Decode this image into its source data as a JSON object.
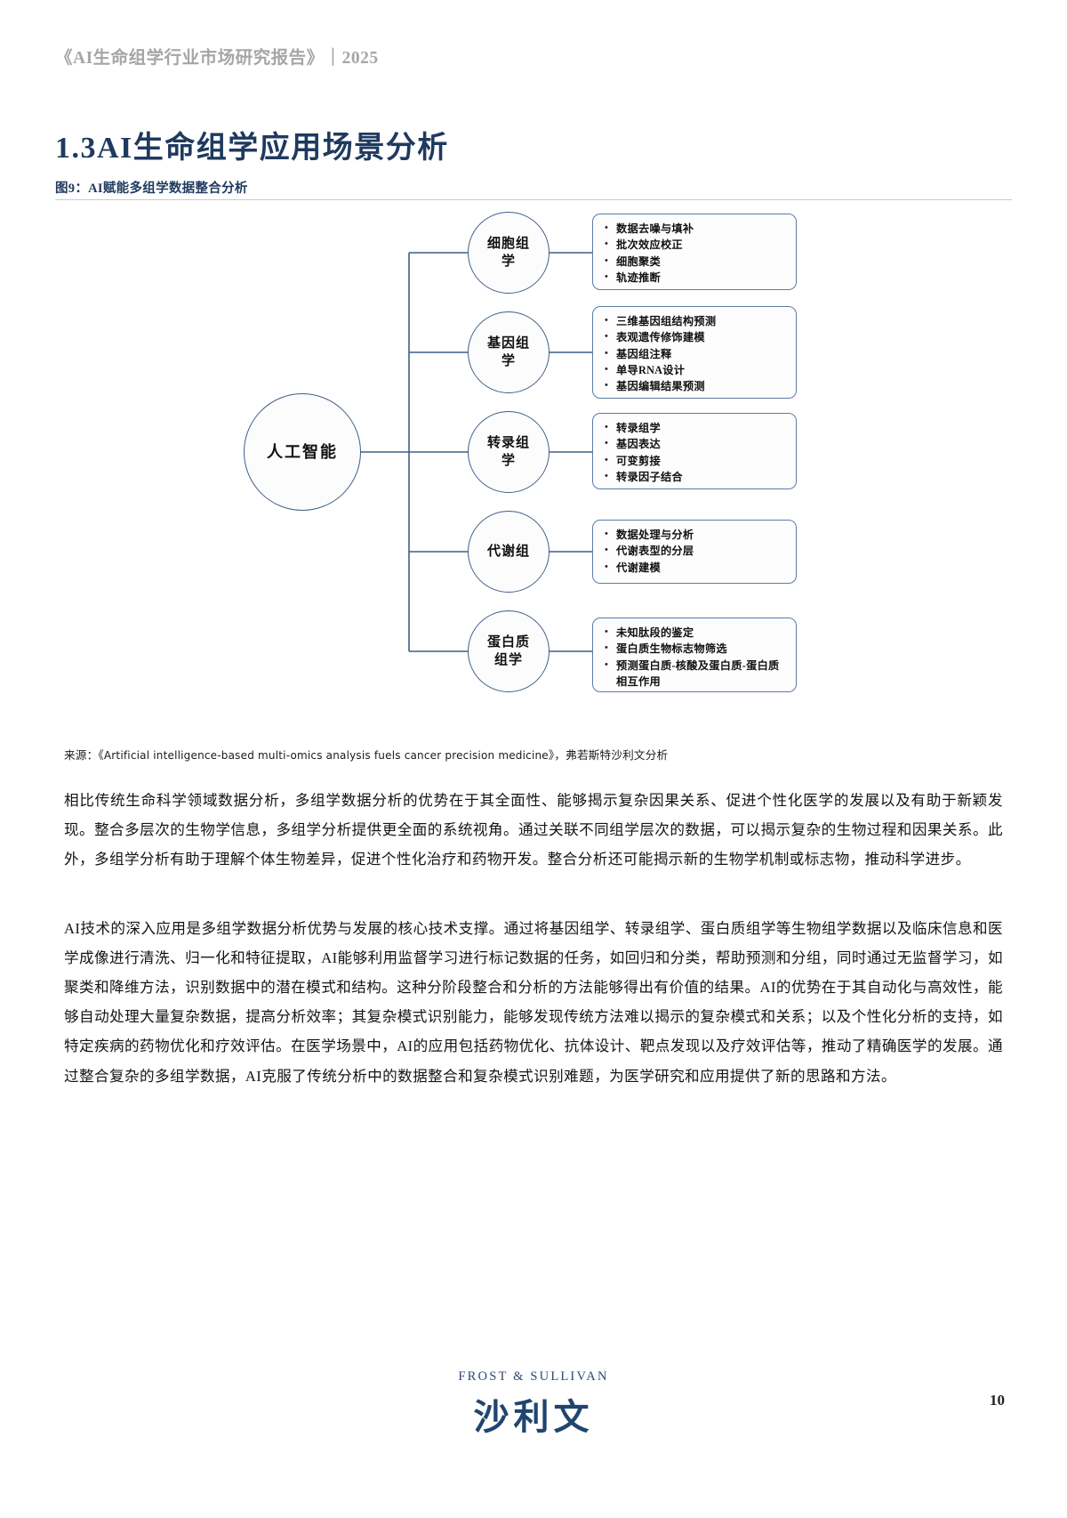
{
  "header": {
    "running_title": "《AI生命组学行业市场研究报告》｜2025"
  },
  "section": {
    "title": "1.3AI生命组学应用场景分析",
    "figure_caption": "图9：AI赋能多组学数据整合分析"
  },
  "diagram": {
    "root_label": "人工智能",
    "branches": [
      {
        "label": "细胞组\n学",
        "items": [
          "数据去噪与填补",
          "批次效应校正",
          "细胞聚类",
          "轨迹推断"
        ]
      },
      {
        "label": "基因组\n学",
        "items": [
          "三维基因组结构预测",
          "表观遗传修饰建模",
          "基因组注释",
          "单导RNA设计",
          "基因编辑结果预测"
        ]
      },
      {
        "label": "转录组\n学",
        "items": [
          "转录组学",
          "基因表达",
          "可变剪接",
          "转录因子结合"
        ]
      },
      {
        "label": "代谢组",
        "items": [
          "数据处理与分析",
          "代谢表型的分层",
          "代谢建模"
        ]
      },
      {
        "label": "蛋白质\n组学",
        "items": [
          "未知肽段的鉴定",
          "蛋白质生物标志物筛选",
          "预测蛋白质-核酸及蛋白质-蛋白质相互作用"
        ]
      }
    ]
  },
  "source": {
    "prefix": "来源：《",
    "english_title": "Artificial intelligence-based multi-omics analysis fuels cancer precision medicine",
    "suffix": "》，弗若斯特沙利文分析"
  },
  "body": {
    "paragraph_1": "相比传统生命科学领域数据分析，多组学数据分析的优势在于其全面性、能够揭示复杂因果关系、促进个性化医学的发展以及有助于新颖发现。整合多层次的生物学信息，多组学分析提供更全面的系统视角。通过关联不同组学层次的数据，可以揭示复杂的生物过程和因果关系。此外，多组学分析有助于理解个体生物差异，促进个性化治疗和药物开发。整合分析还可能揭示新的生物学机制或标志物，推动科学进步。",
    "paragraph_2": "AI技术的深入应用是多组学数据分析优势与发展的核心技术支撑。通过将基因组学、转录组学、蛋白质组学等生物组学数据以及临床信息和医学成像进行清洗、归一化和特征提取，AI能够利用监督学习进行标记数据的任务，如回归和分类，帮助预测和分组，同时通过无监督学习，如聚类和降维方法，识别数据中的潜在模式和结构。这种分阶段整合和分析的方法能够得出有价值的结果。AI的优势在于其自动化与高效性，能够自动处理大量复杂数据，提高分析效率；其复杂模式识别能力，能够发现传统方法难以揭示的复杂模式和关系；以及个性化分析的支持，如特定疾病的药物优化和疗效评估。在医学场景中，AI的应用包括药物优化、抗体设计、靶点发现以及疗效评估等，推动了精确医学的发展。通过整合复杂的多组学数据，AI克服了传统分析中的数据整合和复杂模式识别难题，为医学研究和应用提供了新的思路和方法。"
  },
  "footer": {
    "page_number": "10",
    "brand_en": "FROST  &  SULLIVAN",
    "brand_cn": "沙利文"
  },
  "colors": {
    "accent_blue": "#1f3a60",
    "line_blue": "#3f5f86",
    "header_gray": "#a6a6a6"
  }
}
